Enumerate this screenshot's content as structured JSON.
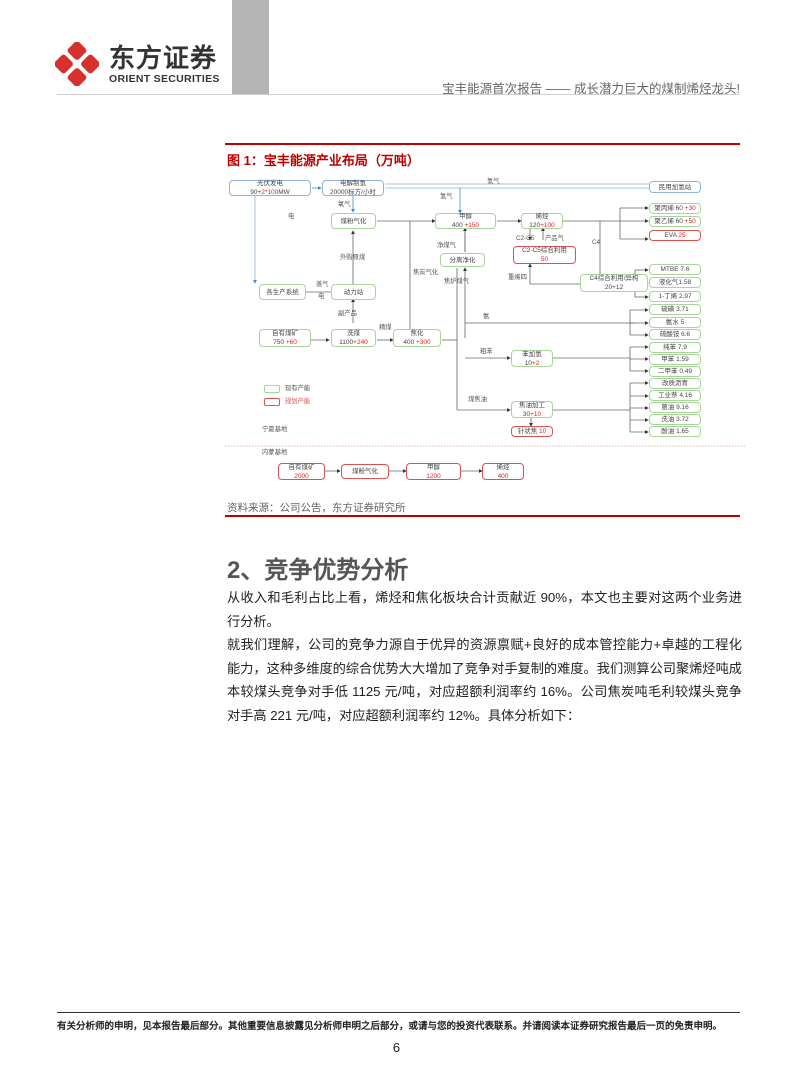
{
  "header": {
    "brand_cn": "东方证券",
    "brand_en": "ORIENT SECURITIES",
    "report_title": "宝丰能源首次报告 —— 成长潜力巨大的煤制烯烃龙头!",
    "brand_color": "#d7312e"
  },
  "figure": {
    "title": "图 1：宝丰能源产业布局（万吨）",
    "source": "资料来源：公司公告，东方证券研究所",
    "accent_color": "#c00000",
    "nodes": {
      "pv": {
        "line1": "光伏发电",
        "line2_a": "90+",
        "line2_b": "2*100",
        "line2_c": "MW"
      },
      "electrolysis": {
        "line1": "电解制氢",
        "line2": "20000标方/小时"
      },
      "coal_gasification": {
        "line1": "煤粉气化"
      },
      "methanol": {
        "line1": "甲醇",
        "line2_a": "400 ",
        "line2_b": "+150"
      },
      "olefins": {
        "line1": "烯烃",
        "line2_a": "120",
        "line2_b": "+100"
      },
      "c2c5": {
        "line1": "C2-C5综合利用",
        "line2": "50"
      },
      "c4": {
        "line1": "C4综合利用/异构",
        "line2": "20+12"
      },
      "separation": {
        "line1": "分离净化"
      },
      "power_station": {
        "line1": "动力站"
      },
      "production_systems": {
        "line1": "各生产系统"
      },
      "own_mine": {
        "line1": "自有煤矿",
        "line2_a": "750 ",
        "line2_b": "+60"
      },
      "washing": {
        "line1": "洗煤",
        "line2_a": "1100",
        "line2_b": "+240"
      },
      "coking": {
        "line1": "焦化",
        "line2_a": "400 ",
        "line2_b": "+300"
      },
      "benzene_hydro": {
        "line1": "苯加氢",
        "line2_a": "10",
        "line2_b": "+2"
      },
      "tar_processing": {
        "line1": "焦油加工",
        "line2_a": "30",
        "line2_b": "+10"
      },
      "needle_coke": {
        "line1_a": "针状焦 ",
        "line1_b": "10"
      },
      "h2_station": {
        "line1": "民用加氢站"
      },
      "pp": {
        "a": "聚丙烯 60 ",
        "b": "+30"
      },
      "pe": {
        "a": "聚乙烯 60 ",
        "b": "+50"
      },
      "eva": {
        "a": "EVA ",
        "b": "25"
      },
      "mtbe": {
        "a": "MTBE 7.6"
      },
      "lpg": {
        "a": "液化气1.58"
      },
      "butene": {
        "a": "1-丁烯 2.97"
      },
      "sulfur": {
        "a": "硫磺 3.71"
      },
      "ammonia_water": {
        "a": "氨水 5"
      },
      "ammonium_sulfate": {
        "a": "硫酸铵 6.6"
      },
      "pure_benzene": {
        "a": "纯苯 7.9"
      },
      "toluene": {
        "a": "甲苯 1.59"
      },
      "xylene": {
        "a": "二甲苯 0.49"
      },
      "modified_pitch": {
        "a": "改质沥青"
      },
      "naphthalene": {
        "a": "工业萘 4.16"
      },
      "anthracene_oil": {
        "a": "蒽油 9.16"
      },
      "wash_oil": {
        "a": "洗油 3.72"
      },
      "phenol_oil": {
        "a": "酚油 1.65"
      },
      "im_mine": {
        "line1": "自有煤矿",
        "line2": "2000"
      },
      "im_gasification": {
        "line1": "煤粉气化"
      },
      "im_methanol": {
        "line1": "甲醇",
        "line2": "1200"
      },
      "im_olefins": {
        "line1": "烯烃",
        "line2": "400"
      }
    },
    "labels": {
      "hydrogen_top": "氢气",
      "oxygen": "氧气",
      "hydrogen_mid": "氢气",
      "electricity": "电",
      "purchased_coal": "外购原煤",
      "coke_gasification": "焦炭气化",
      "clean_gas": "净煤气",
      "coke_oven_gas": "焦炉煤气",
      "steam": "蒸气",
      "electricity2": "电",
      "byproduct": "副产品",
      "clean_coal": "精煤",
      "c2c5": "C2-C5",
      "product_gas": "产品气",
      "c4": "C4",
      "heavy_c4": "重烯四",
      "ammonia": "氨",
      "crude_benzene": "粗苯",
      "coal_tar": "煤焦油",
      "ningxia_base": "宁夏基地",
      "innermongolia_base": "内蒙基地"
    },
    "legend": {
      "existing": "现有产能",
      "planned": "规划产能"
    }
  },
  "section": {
    "title": "2、竞争优势分析",
    "paragraphs": [
      "从收入和毛利占比上看，烯烃和焦化板块合计贡献近 90%，本文也主要对这两个业务进行分析。",
      "就我们理解，公司的竞争力源自于优异的资源禀赋+良好的成本管控能力+卓越的工程化能力，这种多维度的综合优势大大增加了竞争对手复制的难度。我们测算公司聚烯烃吨成本较煤头竞争对手低 1125 元/吨，对应超额利润率约 16%。公司焦炭吨毛利较煤头竞争对手高 221 元/吨，对应超额利润率约 12%。具体分析如下："
    ]
  },
  "footer": {
    "disclaimer": "有关分析师的申明，见本报告最后部分。其他重要信息披露见分析师申明之后部分，或请与您的投资代表联系。并请阅读本证券研究报告最后一页的免责申明。",
    "page_number": "6"
  }
}
